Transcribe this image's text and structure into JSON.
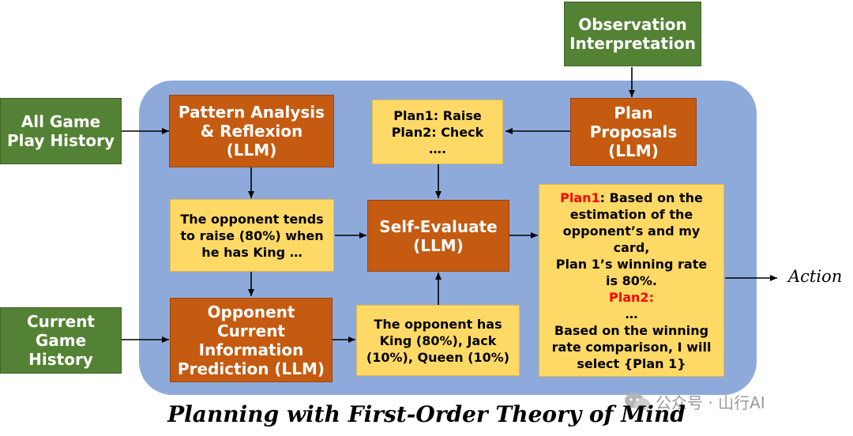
{
  "inputs": {
    "observation": [
      "Observation",
      "Interpretation"
    ],
    "all_history": [
      "All Game",
      "Play History"
    ],
    "current_history": [
      "Current",
      "Game",
      "History"
    ]
  },
  "process": {
    "pattern_analysis": [
      "Pattern Analysis",
      "& Reflexion",
      "(LLM)"
    ],
    "plan_proposals": [
      "Plan",
      "Proposals",
      "(LLM)"
    ],
    "self_evaluate": [
      "Self-Evaluate",
      "(LLM)"
    ],
    "opponent_prediction": [
      "Opponent",
      "Current",
      "Information",
      "Prediction (LLM)"
    ]
  },
  "outputs": {
    "plans": [
      "Plan1: Raise",
      "Plan2: Check",
      "…."
    ],
    "tendency": [
      "The opponent tends",
      "to raise (80%) when",
      "he has King …"
    ],
    "prediction": [
      "The opponent has",
      "King (80%), Jack",
      "(10%), Queen (10%)"
    ],
    "evaluation": {
      "plan1_label": "Plan1",
      "plan1_lines": [
        ": Based on the",
        "estimation of the",
        "opponent’s and my",
        "card,",
        "Plan 1’s winning rate",
        "is 80%."
      ],
      "plan2_label": "Plan2:",
      "ellipsis": "…",
      "conclusion": [
        "Based on the winning",
        "rate comparison, I will",
        "select {Plan 1}"
      ]
    }
  },
  "action_label": "Action",
  "caption": "Planning with First-Order Theory of Mind",
  "watermark": "公众号 · 山行AI",
  "colors": {
    "panel": "#8eaadb",
    "green": "#548235",
    "orange": "#c55a11",
    "yellow": "#ffd966",
    "highlight": "#ff0000"
  }
}
